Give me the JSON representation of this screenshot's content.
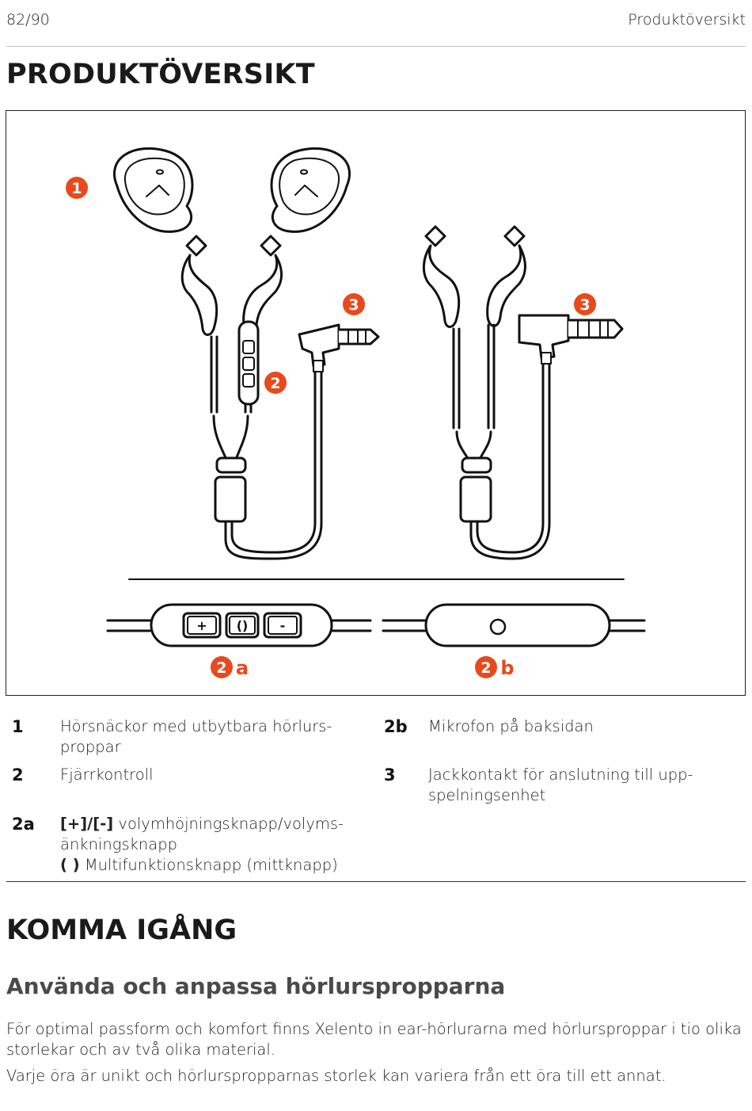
{
  "header": {
    "page_number": "82/90",
    "section": "Produktöversikt"
  },
  "title": "PRODUKTÖVERSIKT",
  "figure": {
    "callouts": [
      "1",
      "2",
      "3",
      "3",
      "2",
      "2"
    ],
    "remote_buttons": [
      "+",
      "()",
      "-"
    ],
    "remote_labels": [
      "a",
      "b"
    ]
  },
  "legend": [
    {
      "num": "1",
      "text": "Hörsnäckor med utbytbara hörlurs-proppar"
    },
    {
      "num": "2",
      "text": "Fjärrkontroll"
    },
    {
      "num": "2a",
      "bold1": "[+]/[-]",
      "text1": " volymhöjningsknapp/volyms-änkningsknapp",
      "bold2": "( )",
      "text2": " Multifunktionsknapp (mittknapp)"
    },
    {
      "num": "2b",
      "text": "Mikrofon på baksidan"
    },
    {
      "num": "3",
      "text": "Jackkontakt för anslutning till upp-spelningsenhet"
    }
  ],
  "section_title": "KOMMA IGÅNG",
  "subsection_title": "Använda och anpassa hörlurspropparna",
  "paragraphs": [
    "För optimal passform och komfort finns Xelento in ear-hörlurarna med hörlursproppar i tio olika storlekar och av två olika material.",
    "Varje öra är unikt och hörlurspropparnas storlek kan variera från ett öra till ett annat."
  ],
  "colors": {
    "accent": "#e8491d",
    "text": "#1a1a1a",
    "subheading": "#4a4a4a"
  }
}
